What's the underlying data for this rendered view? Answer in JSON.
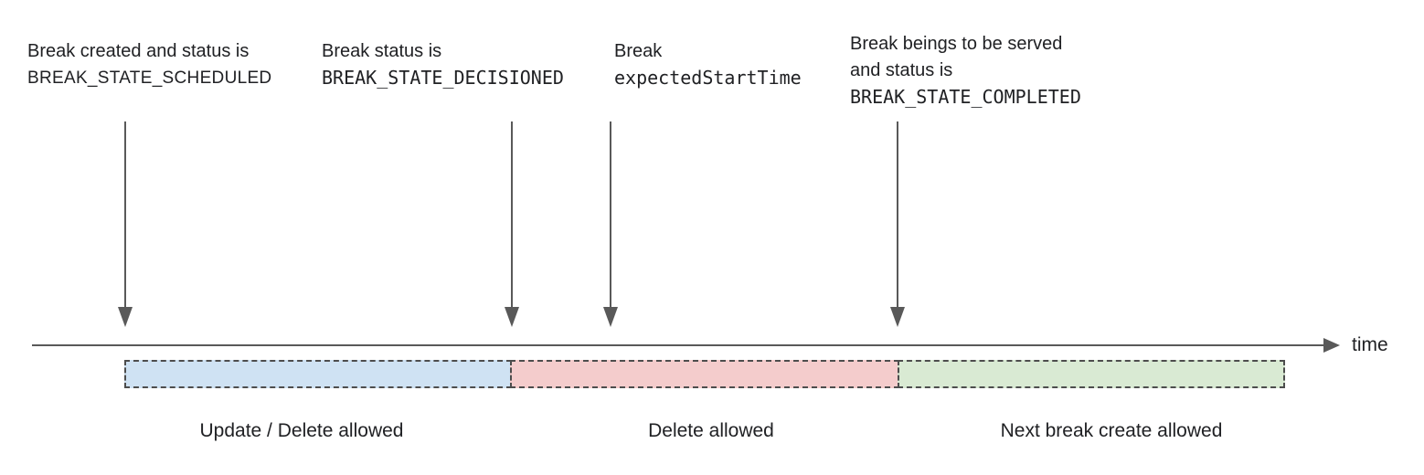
{
  "colors": {
    "background": "#ffffff",
    "line_gray": "#595959",
    "dash_border": "#4d4d4d",
    "text": "#202124",
    "segment_blue": "#cfe2f3",
    "segment_pink": "#f4cccc",
    "segment_green": "#d9ead3"
  },
  "annotations": [
    {
      "name": "break-created",
      "lines": [
        "Break created and status is",
        "BREAK_STATE_SCHEDULED"
      ]
    },
    {
      "name": "break-decisioned",
      "lines": [
        "Break status is",
        "BREAK_STATE_DECISIONED"
      ]
    },
    {
      "name": "expected-start-time",
      "lines": [
        "Break",
        "expectedStartTime"
      ]
    },
    {
      "name": "break-completed",
      "lines": [
        "Break beings to be served",
        "and status is",
        "BREAK_STATE_COMPLETED"
      ]
    }
  ],
  "timeline": {
    "axis_label": "time"
  },
  "segments": [
    {
      "label": "Update / Delete allowed",
      "color": "#cfe2f3"
    },
    {
      "label": "Delete allowed",
      "color": "#f4cccc"
    },
    {
      "label": "Next break create allowed",
      "color": "#d9ead3"
    }
  ]
}
